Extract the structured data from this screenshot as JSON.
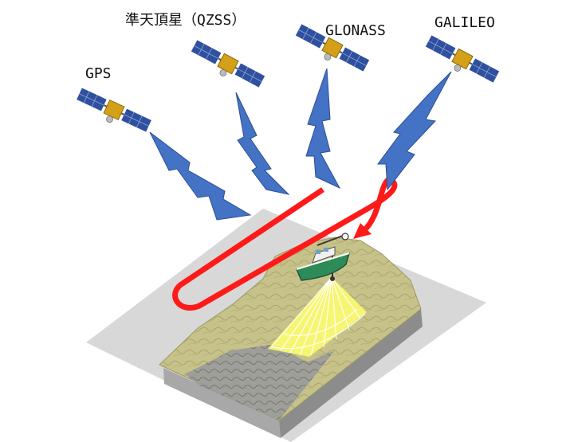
{
  "labels": {
    "gps": "GPS",
    "qzss": "準天頂星（QZSS）",
    "glonass": "GLONASS",
    "galileo": "GALILEO"
  },
  "colors": {
    "signal": "#4472c4",
    "path": "#ff1a1a",
    "terrain": "#c8c48a",
    "base": "#d6d6d6",
    "boat": "#2e8b57",
    "sonar": "#ffff66"
  }
}
